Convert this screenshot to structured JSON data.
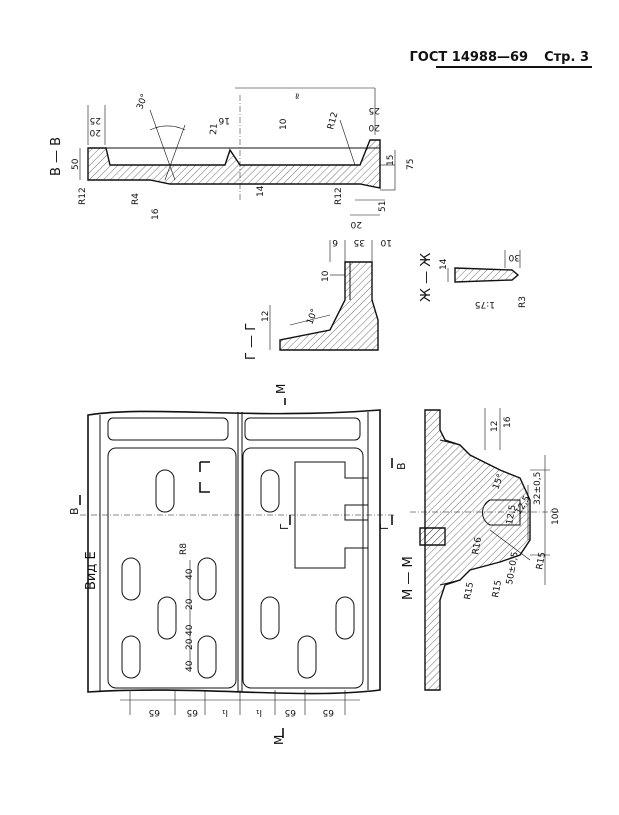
{
  "header": {
    "standard": "ГОСТ 14988—69",
    "page": "Стр. 3"
  },
  "sections": {
    "vv": {
      "label": "В — В",
      "dims": [
        "25",
        "20",
        "30°",
        "21",
        "16",
        "10",
        "R12",
        "25",
        "20",
        "50",
        "R12",
        "R4",
        "16",
        "14",
        "15",
        "75",
        "R12",
        "51",
        "20",
        "≈"
      ]
    },
    "gg": {
      "label": "Г — Г",
      "dims": [
        "6",
        "35",
        "10",
        "10",
        "12",
        "10°"
      ]
    },
    "zhzh": {
      "label": "Ж — Ж",
      "dims": [
        "14",
        "30",
        "1:75",
        "R3"
      ]
    },
    "plan": {
      "label": "Вид Е",
      "markers": [
        "М",
        "М",
        "В",
        "В",
        "Г",
        "Г"
      ],
      "dims": [
        "R8",
        "40",
        "20",
        "40",
        "20",
        "40",
        "65",
        "65",
        "l₁",
        "l₁",
        "65",
        "65"
      ]
    },
    "mm": {
      "label": "М — М",
      "dims": [
        "12",
        "16",
        "15°",
        "12,5",
        "32±0,5",
        "100",
        "R16",
        "R15",
        "R15",
        "50±0,5",
        "R15",
        "12,5"
      ]
    }
  }
}
